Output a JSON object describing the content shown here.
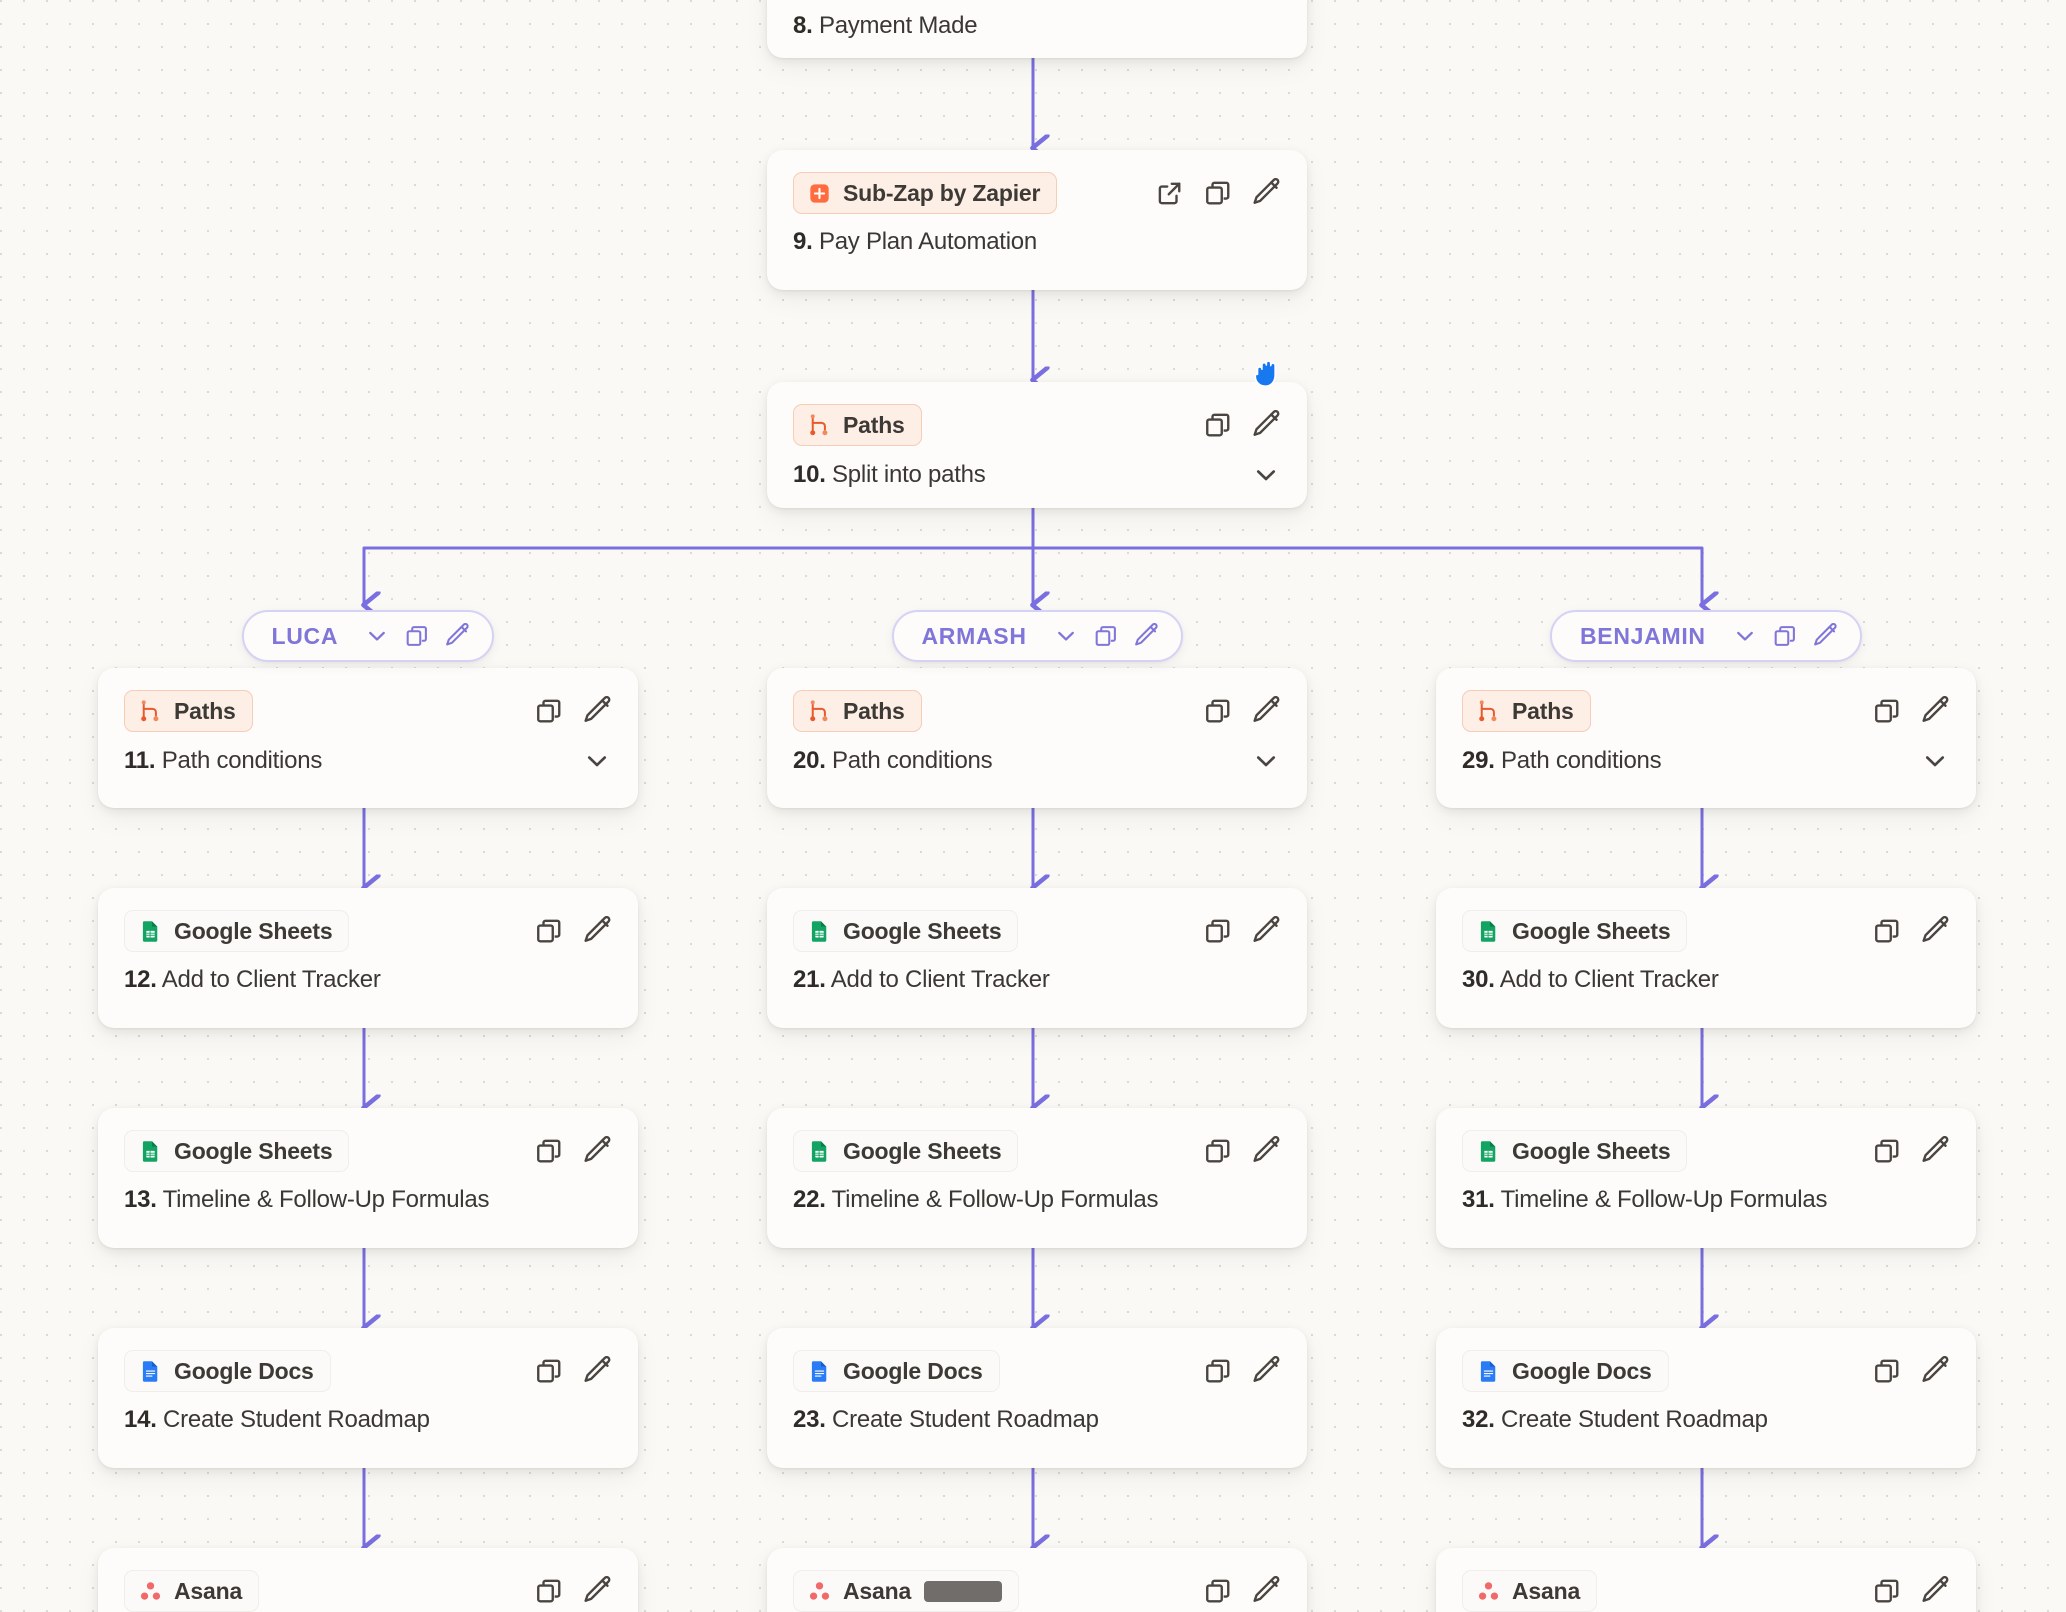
{
  "app": {
    "name": "Zapier Zap Editor Canvas",
    "colors": {
      "canvas_bg": "#faf9f5",
      "card_bg": "#fdfcfa",
      "connector": "#7a6fe0",
      "path_accent": "#8075d8",
      "badge_orange_bg": "#fdeee6",
      "badge_orange_border": "#f6cdb6",
      "google_sheets_green": "#13a463",
      "google_docs_blue": "#2a7cf6",
      "asana_red": "#f06a6a",
      "cursor_blue": "#1878f0"
    }
  },
  "icons": {
    "paths": "paths-branch-icon",
    "subzap": "sub-zap-icon",
    "sheets": "google-sheets-icon",
    "docs": "google-docs-icon",
    "asana": "asana-icon",
    "open_external": "open-in-new-icon",
    "duplicate": "duplicate-icon",
    "edit": "pencil-icon",
    "expand": "chevron-down-icon",
    "cursor": "grab-hand-cursor"
  },
  "trunk": [
    {
      "id": "n8",
      "step_number": "8.",
      "title": "Payment Made",
      "app_label": "",
      "app_icon": "",
      "badge_tone": "orange",
      "partial_top": true,
      "actions": [],
      "has_chevron": false
    },
    {
      "id": "n9",
      "step_number": "9.",
      "title": "Pay Plan Automation",
      "app_label": "Sub-Zap by Zapier",
      "app_icon": "sub-zap-icon",
      "badge_tone": "orange",
      "actions": [
        "open-in-new-icon",
        "duplicate-icon",
        "pencil-icon"
      ],
      "has_chevron": false
    },
    {
      "id": "n10",
      "step_number": "10.",
      "title": "Split into paths",
      "app_label": "Paths",
      "app_icon": "paths-branch-icon",
      "badge_tone": "orange",
      "actions": [
        "duplicate-icon",
        "pencil-icon"
      ],
      "has_chevron": true
    }
  ],
  "branches": [
    {
      "pill_label": "LUCA",
      "pill_actions": [
        "chevron-down-icon",
        "duplicate-icon",
        "pencil-icon"
      ],
      "nodes": [
        {
          "step_number": "11.",
          "title": "Path conditions",
          "app_label": "Paths",
          "app_icon": "paths-branch-icon",
          "badge_tone": "orange",
          "actions": [
            "duplicate-icon",
            "pencil-icon"
          ],
          "has_chevron": true
        },
        {
          "step_number": "12.",
          "title": "Add to Client Tracker",
          "app_label": "Google Sheets",
          "app_icon": "google-sheets-icon",
          "badge_tone": "plain",
          "actions": [
            "duplicate-icon",
            "pencil-icon"
          ],
          "has_chevron": false
        },
        {
          "step_number": "13.",
          "title": "Timeline & Follow-Up Formulas",
          "app_label": "Google Sheets",
          "app_icon": "google-sheets-icon",
          "badge_tone": "plain",
          "actions": [
            "duplicate-icon",
            "pencil-icon"
          ],
          "has_chevron": false
        },
        {
          "step_number": "14.",
          "title": "Create Student Roadmap",
          "app_label": "Google Docs",
          "app_icon": "google-docs-icon",
          "badge_tone": "plain",
          "actions": [
            "duplicate-icon",
            "pencil-icon"
          ],
          "has_chevron": false
        },
        {
          "step_number": "",
          "title": "",
          "app_label": "Asana",
          "app_icon": "asana-icon",
          "badge_tone": "plain",
          "actions": [
            "duplicate-icon",
            "pencil-icon"
          ],
          "has_chevron": false,
          "clipped": true,
          "redacted": false
        }
      ]
    },
    {
      "pill_label": "ARMASH",
      "pill_actions": [
        "chevron-down-icon",
        "duplicate-icon",
        "pencil-icon"
      ],
      "nodes": [
        {
          "step_number": "20.",
          "title": "Path conditions",
          "app_label": "Paths",
          "app_icon": "paths-branch-icon",
          "badge_tone": "orange",
          "actions": [
            "duplicate-icon",
            "pencil-icon"
          ],
          "has_chevron": true
        },
        {
          "step_number": "21.",
          "title": "Add to Client Tracker",
          "app_label": "Google Sheets",
          "app_icon": "google-sheets-icon",
          "badge_tone": "plain",
          "actions": [
            "duplicate-icon",
            "pencil-icon"
          ],
          "has_chevron": false
        },
        {
          "step_number": "22.",
          "title": "Timeline & Follow-Up Formulas",
          "app_label": "Google Sheets",
          "app_icon": "google-sheets-icon",
          "badge_tone": "plain",
          "actions": [
            "duplicate-icon",
            "pencil-icon"
          ],
          "has_chevron": false
        },
        {
          "step_number": "23.",
          "title": "Create Student Roadmap",
          "app_label": "Google Docs",
          "app_icon": "google-docs-icon",
          "badge_tone": "plain",
          "actions": [
            "duplicate-icon",
            "pencil-icon"
          ],
          "has_chevron": false
        },
        {
          "step_number": "",
          "title": "",
          "app_label": "Asana",
          "app_icon": "asana-icon",
          "badge_tone": "plain",
          "actions": [
            "duplicate-icon",
            "pencil-icon"
          ],
          "has_chevron": false,
          "clipped": true,
          "redacted": true
        }
      ]
    },
    {
      "pill_label": "BENJAMIN",
      "pill_actions": [
        "chevron-down-icon",
        "duplicate-icon",
        "pencil-icon"
      ],
      "nodes": [
        {
          "step_number": "29.",
          "title": "Path conditions",
          "app_label": "Paths",
          "app_icon": "paths-branch-icon",
          "badge_tone": "orange",
          "actions": [
            "duplicate-icon",
            "pencil-icon"
          ],
          "has_chevron": true
        },
        {
          "step_number": "30.",
          "title": "Add to Client Tracker",
          "app_label": "Google Sheets",
          "app_icon": "google-sheets-icon",
          "badge_tone": "plain",
          "actions": [
            "duplicate-icon",
            "pencil-icon"
          ],
          "has_chevron": false
        },
        {
          "step_number": "31.",
          "title": "Timeline & Follow-Up Formulas",
          "app_label": "Google Sheets",
          "app_icon": "google-sheets-icon",
          "badge_tone": "plain",
          "actions": [
            "duplicate-icon",
            "pencil-icon"
          ],
          "has_chevron": false
        },
        {
          "step_number": "32.",
          "title": "Create Student Roadmap",
          "app_label": "Google Docs",
          "app_icon": "google-docs-icon",
          "badge_tone": "plain",
          "actions": [
            "duplicate-icon",
            "pencil-icon"
          ],
          "has_chevron": false
        },
        {
          "step_number": "",
          "title": "",
          "app_label": "Asana",
          "app_icon": "asana-icon",
          "badge_tone": "plain",
          "actions": [
            "duplicate-icon",
            "pencil-icon"
          ],
          "has_chevron": false,
          "clipped": true,
          "redacted": false
        }
      ]
    }
  ]
}
